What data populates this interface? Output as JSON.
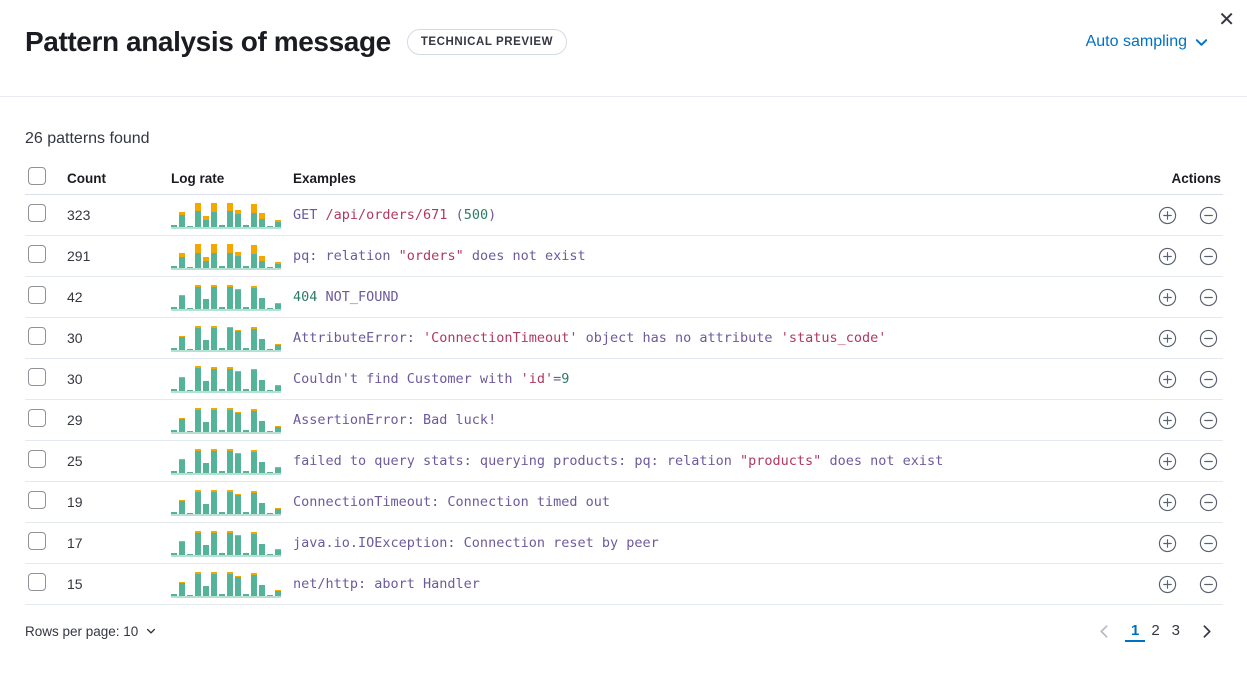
{
  "header": {
    "title": "Pattern analysis of message",
    "badge": "TECHNICAL PREVIEW",
    "sampling": "Auto sampling",
    "close_glyph": "✕"
  },
  "summary": "26 patterns found",
  "colors": {
    "accent_blue": "#0071c2",
    "bar_teal": "#54b399",
    "bar_orange": "#f5a700",
    "code_purple": "#6d5a9c",
    "code_red": "#b0395f",
    "code_green": "#2d7a67"
  },
  "table": {
    "columns": {
      "count": "Count",
      "log_rate": "Log rate",
      "examples": "Examples",
      "actions": "Actions"
    },
    "rows": [
      {
        "count": "323",
        "bars": [
          [
            0.06,
            0
          ],
          [
            0.45,
            0.13
          ],
          [
            0.05,
            0
          ],
          [
            0.6,
            0.32
          ],
          [
            0.28,
            0.14
          ],
          [
            0.58,
            0.34
          ],
          [
            0.06,
            0
          ],
          [
            0.6,
            0.32
          ],
          [
            0.5,
            0.15
          ],
          [
            0.06,
            0
          ],
          [
            0.55,
            0.33
          ],
          [
            0.3,
            0.22
          ],
          [
            0.05,
            0
          ],
          [
            0.18,
            0.07
          ]
        ],
        "example": [
          {
            "text": "GET ",
            "color": "purple"
          },
          {
            "text": "/api/orders/671",
            "color": "red"
          },
          {
            "text": " (",
            "color": "purple"
          },
          {
            "text": "500",
            "color": "green"
          },
          {
            "text": ")",
            "color": "purple"
          }
        ]
      },
      {
        "count": "291",
        "bars": [
          [
            0.06,
            0
          ],
          [
            0.42,
            0.15
          ],
          [
            0.05,
            0
          ],
          [
            0.58,
            0.33
          ],
          [
            0.26,
            0.15
          ],
          [
            0.56,
            0.35
          ],
          [
            0.06,
            0
          ],
          [
            0.58,
            0.33
          ],
          [
            0.48,
            0.16
          ],
          [
            0.06,
            0
          ],
          [
            0.53,
            0.34
          ],
          [
            0.28,
            0.2
          ],
          [
            0.05,
            0
          ],
          [
            0.16,
            0.08
          ]
        ],
        "example": [
          {
            "text": "pq: relation ",
            "color": "purple"
          },
          {
            "text": "\"orders\"",
            "color": "red"
          },
          {
            "text": " does not exist",
            "color": "purple"
          }
        ]
      },
      {
        "count": "42",
        "bars": [
          [
            0.06,
            0
          ],
          [
            0.5,
            0.04
          ],
          [
            0.05,
            0
          ],
          [
            0.86,
            0.06
          ],
          [
            0.4,
            0
          ],
          [
            0.84,
            0.07
          ],
          [
            0.06,
            0
          ],
          [
            0.86,
            0.06
          ],
          [
            0.72,
            0.04
          ],
          [
            0.06,
            0
          ],
          [
            0.8,
            0.06
          ],
          [
            0.42,
            0
          ],
          [
            0.05,
            0
          ],
          [
            0.2,
            0.04
          ]
        ],
        "example": [
          {
            "text": "404",
            "color": "green"
          },
          {
            "text": " NOT_FOUND",
            "color": "purple"
          }
        ]
      },
      {
        "count": "30",
        "bars": [
          [
            0.06,
            0
          ],
          [
            0.5,
            0.05
          ],
          [
            0.05,
            0
          ],
          [
            0.86,
            0.06
          ],
          [
            0.4,
            0
          ],
          [
            0.85,
            0.06
          ],
          [
            0.06,
            0
          ],
          [
            0.86,
            0.05
          ],
          [
            0.72,
            0.04
          ],
          [
            0.06,
            0
          ],
          [
            0.8,
            0.06
          ],
          [
            0.42,
            0
          ],
          [
            0.05,
            0
          ],
          [
            0.2,
            0.04
          ]
        ],
        "example": [
          {
            "text": "AttributeError: ",
            "color": "purple"
          },
          {
            "text": "'ConnectionTimeout'",
            "color": "red"
          },
          {
            "text": " object has no attribute ",
            "color": "purple"
          },
          {
            "text": "'status_code'",
            "color": "red"
          }
        ]
      },
      {
        "count": "30",
        "bars": [
          [
            0.06,
            0
          ],
          [
            0.5,
            0.04
          ],
          [
            0.05,
            0
          ],
          [
            0.87,
            0.06
          ],
          [
            0.4,
            0
          ],
          [
            0.84,
            0.06
          ],
          [
            0.06,
            0
          ],
          [
            0.86,
            0.06
          ],
          [
            0.72,
            0.04
          ],
          [
            0.06,
            0
          ],
          [
            0.8,
            0.05
          ],
          [
            0.42,
            0
          ],
          [
            0.05,
            0
          ],
          [
            0.2,
            0.04
          ]
        ],
        "example": [
          {
            "text": "Couldn't find Customer with ",
            "color": "purple"
          },
          {
            "text": "'id'",
            "color": "red"
          },
          {
            "text": "=",
            "color": "purple"
          },
          {
            "text": "9",
            "color": "green"
          }
        ]
      },
      {
        "count": "29",
        "bars": [
          [
            0.06,
            0
          ],
          [
            0.5,
            0.05
          ],
          [
            0.05,
            0
          ],
          [
            0.86,
            0.06
          ],
          [
            0.4,
            0
          ],
          [
            0.85,
            0.07
          ],
          [
            0.06,
            0
          ],
          [
            0.86,
            0.06
          ],
          [
            0.72,
            0.04
          ],
          [
            0.06,
            0
          ],
          [
            0.8,
            0.06
          ],
          [
            0.42,
            0
          ],
          [
            0.05,
            0
          ],
          [
            0.2,
            0.04
          ]
        ],
        "example": [
          {
            "text": "AssertionError: Bad luck!",
            "color": "purple"
          }
        ]
      },
      {
        "count": "25",
        "bars": [
          [
            0.06,
            0
          ],
          [
            0.5,
            0.04
          ],
          [
            0.05,
            0
          ],
          [
            0.86,
            0.07
          ],
          [
            0.4,
            0
          ],
          [
            0.84,
            0.06
          ],
          [
            0.06,
            0
          ],
          [
            0.86,
            0.06
          ],
          [
            0.72,
            0.04
          ],
          [
            0.06,
            0
          ],
          [
            0.8,
            0.06
          ],
          [
            0.42,
            0
          ],
          [
            0.05,
            0
          ],
          [
            0.2,
            0.04
          ]
        ],
        "example": [
          {
            "text": "failed to query stats: querying products: pq: relation ",
            "color": "purple"
          },
          {
            "text": "\"products\"",
            "color": "red"
          },
          {
            "text": " does not exist",
            "color": "purple"
          }
        ]
      },
      {
        "count": "19",
        "bars": [
          [
            0.06,
            0
          ],
          [
            0.5,
            0.05
          ],
          [
            0.05,
            0
          ],
          [
            0.86,
            0.06
          ],
          [
            0.4,
            0
          ],
          [
            0.85,
            0.06
          ],
          [
            0.06,
            0
          ],
          [
            0.86,
            0.06
          ],
          [
            0.72,
            0.04
          ],
          [
            0.06,
            0
          ],
          [
            0.8,
            0.06
          ],
          [
            0.42,
            0
          ],
          [
            0.05,
            0
          ],
          [
            0.2,
            0.04
          ]
        ],
        "example": [
          {
            "text": "ConnectionTimeout: Connection timed out",
            "color": "purple"
          }
        ]
      },
      {
        "count": "17",
        "bars": [
          [
            0.06,
            0
          ],
          [
            0.5,
            0.04
          ],
          [
            0.05,
            0
          ],
          [
            0.86,
            0.06
          ],
          [
            0.4,
            0
          ],
          [
            0.84,
            0.07
          ],
          [
            0.06,
            0
          ],
          [
            0.86,
            0.06
          ],
          [
            0.72,
            0.04
          ],
          [
            0.06,
            0
          ],
          [
            0.8,
            0.06
          ],
          [
            0.42,
            0
          ],
          [
            0.05,
            0
          ],
          [
            0.2,
            0.04
          ]
        ],
        "example": [
          {
            "text": "java.io.IOException: Connection reset by peer",
            "color": "purple"
          }
        ]
      },
      {
        "count": "15",
        "bars": [
          [
            0.06,
            0
          ],
          [
            0.5,
            0.05
          ],
          [
            0.05,
            0
          ],
          [
            0.86,
            0.06
          ],
          [
            0.4,
            0
          ],
          [
            0.85,
            0.06
          ],
          [
            0.06,
            0
          ],
          [
            0.86,
            0.06
          ],
          [
            0.72,
            0.04
          ],
          [
            0.06,
            0
          ],
          [
            0.8,
            0.06
          ],
          [
            0.42,
            0
          ],
          [
            0.05,
            0
          ],
          [
            0.2,
            0.04
          ]
        ],
        "example": [
          {
            "text": "net/http: abort Handler",
            "color": "purple"
          }
        ]
      }
    ]
  },
  "footer": {
    "rows_per_page": "Rows per page: 10",
    "pages": [
      "1",
      "2",
      "3"
    ],
    "active_page": "1"
  }
}
